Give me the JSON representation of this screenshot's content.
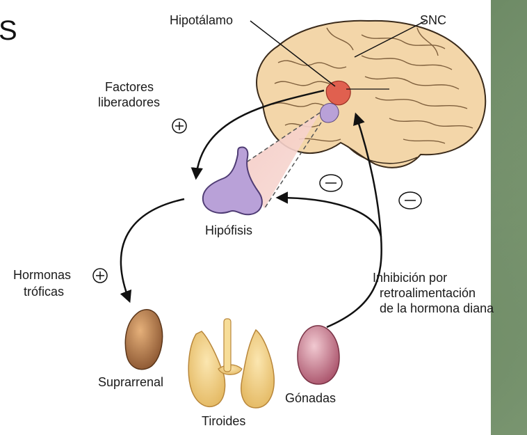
{
  "slide": {
    "edge_glyph": "S"
  },
  "labels": {
    "hipotalamo": "Hipotálamo",
    "snc": "SNC",
    "factores_1": "Factores",
    "factores_2": "liberadores",
    "hipofisis": "Hipófisis",
    "hormonas_1": "Hormonas",
    "hormonas_2": "tróficas",
    "inhibicion_1": "Inhibición por",
    "inhibicion_2": "retroalimentación",
    "inhibicion_3": "de la hormona diana",
    "suprarrenal": "Suprarrenal",
    "tiroides": "Tiroides",
    "gonadas": "Gónadas"
  },
  "signs": {
    "plus": "+",
    "minus": "−"
  },
  "colors": {
    "brain": "#f3d6a9",
    "brain_outline": "#3a2a1a",
    "hypothalamus": "#e0604f",
    "pituitary": "#b9a1d8",
    "adrenal": "#b9804d",
    "thyroid": "#f2cf7f",
    "gonad": "#b96a7b",
    "arrow": "#111111"
  }
}
